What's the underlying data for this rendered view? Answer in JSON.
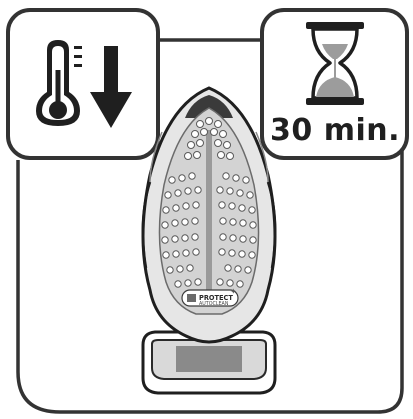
{
  "illustration": {
    "timer_label": "30 min.",
    "badge": {
      "brand": "PROTECT",
      "sub": "AUTOCLEAN"
    },
    "icons": [
      "thermometer-icon",
      "down-arrow-icon",
      "hourglass-icon",
      "steam-iron-icon"
    ],
    "colors": {
      "outline": "#1f1f1f",
      "panel_border": "#3c3c3c",
      "soleplate": "#d6d6d6",
      "sand": "#9c9c9c"
    }
  }
}
